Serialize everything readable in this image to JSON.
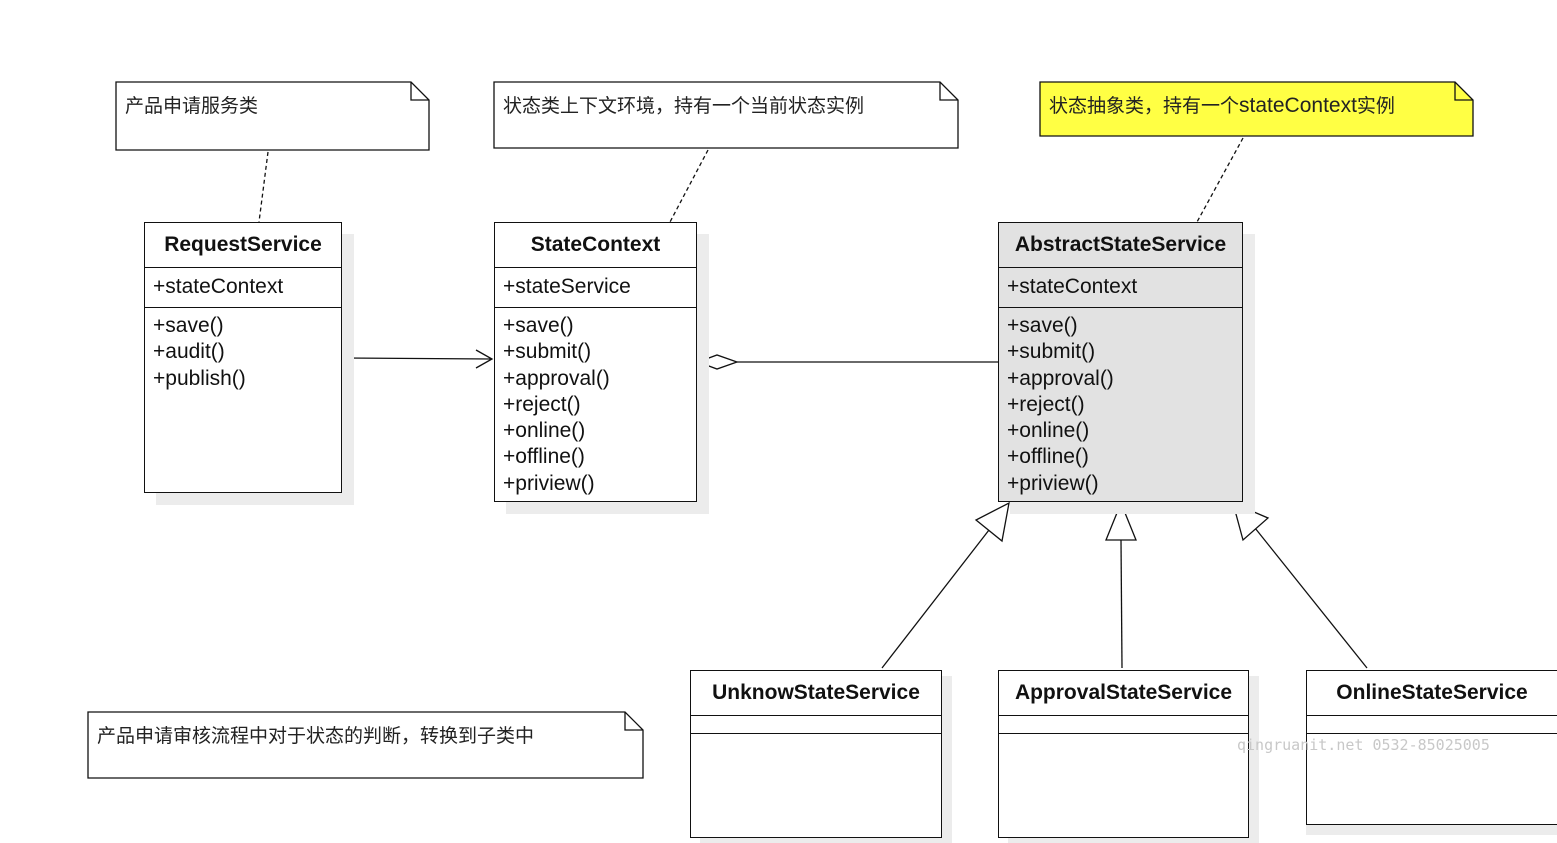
{
  "notes": {
    "request": "产品申请服务类",
    "context": "状态类上下文环境，持有一个当前状态实例",
    "abstract_pre": "状态抽象类，持有一个",
    "abstract_mid": "stateContext",
    "abstract_post": "实例",
    "bottom": "产品申请审核流程中对于状态的判断，转换到子类中"
  },
  "classes": {
    "request_service": {
      "name": "RequestService",
      "attribute": "+stateContext",
      "operations": [
        "+save()",
        "+audit()",
        "+publish()"
      ]
    },
    "state_context": {
      "name": "StateContext",
      "attribute": "+stateService",
      "operations": [
        "+save()",
        "+submit()",
        "+approval()",
        "+reject()",
        "+online()",
        "+offline()",
        "+priview()"
      ]
    },
    "abstract_state_service": {
      "name": "AbstractStateService",
      "attribute": "+stateContext",
      "operations": [
        "+save()",
        "+submit()",
        "+approval()",
        "+reject()",
        "+online()",
        "+offline()",
        "+priview()"
      ]
    },
    "unknow_state_service": {
      "name": "UnknowStateService"
    },
    "approval_state_service": {
      "name": "ApprovalStateService"
    },
    "online_state_service": {
      "name": "OnlineStateService"
    }
  },
  "colors": {
    "note_fill": "#ffffff",
    "highlight_note_fill": "#ffff44",
    "abstract_class_fill": "#e2e2e2",
    "line": "#111111"
  },
  "watermark": "qingruanit.net 0532-85025005"
}
